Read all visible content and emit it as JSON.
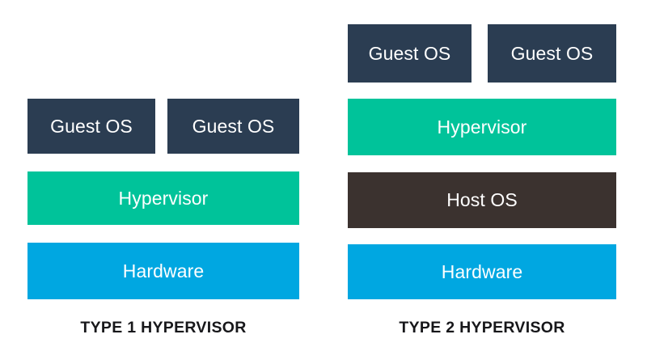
{
  "diagram": {
    "title_visible": false,
    "background_color": "#ffffff",
    "colors": {
      "guest_os": "#2B3D52",
      "hypervisor": "#00C39A",
      "host_os": "#3B322F",
      "hardware": "#00A7E1",
      "caption_text": "#17171a",
      "box_text": "#ffffff"
    },
    "panels": [
      {
        "id": "type-1",
        "caption": "TYPE 1 HYPERVISOR",
        "layers": [
          {
            "label": "Guest OS",
            "role": "guest-os"
          },
          {
            "label": "Guest OS",
            "role": "guest-os"
          },
          {
            "label": "Hypervisor",
            "role": "hypervisor"
          },
          {
            "label": "Hardware",
            "role": "hardware"
          }
        ]
      },
      {
        "id": "type-2",
        "caption": "TYPE 2 HYPERVISOR",
        "layers": [
          {
            "label": "Guest OS",
            "role": "guest-os"
          },
          {
            "label": "Guest OS",
            "role": "guest-os"
          },
          {
            "label": "Hypervisor",
            "role": "hypervisor"
          },
          {
            "label": "Host OS",
            "role": "host-os"
          },
          {
            "label": "Hardware",
            "role": "hardware"
          }
        ]
      }
    ]
  }
}
